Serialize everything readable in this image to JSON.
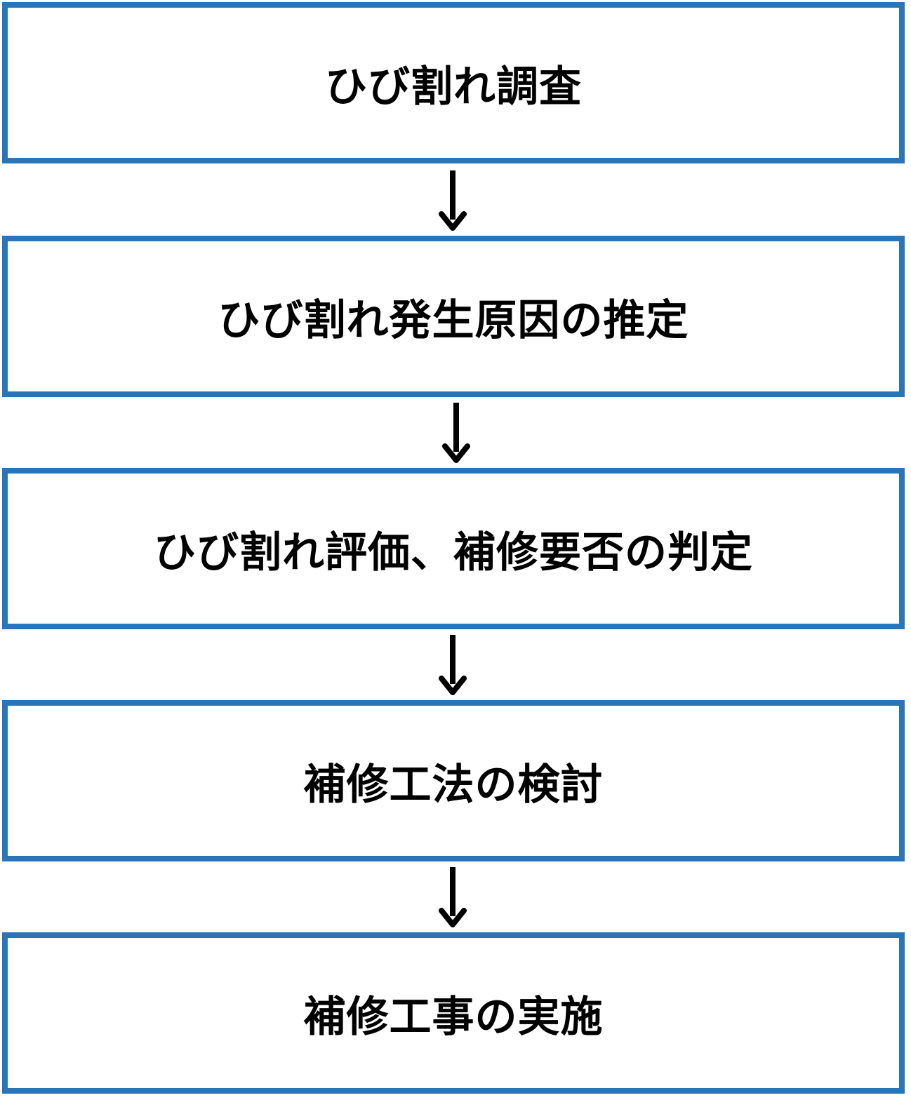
{
  "flow": {
    "steps": [
      {
        "label": "ひび割れ調査"
      },
      {
        "label": "ひび割れ発生原因の推定"
      },
      {
        "label": "ひび割れ評価、補修要否の判定"
      },
      {
        "label": "補修工法の検討"
      },
      {
        "label": "補修工事の実施"
      }
    ],
    "colors": {
      "box_border": "#2a74b8",
      "arrow": "#000000",
      "text": "#000000"
    }
  }
}
